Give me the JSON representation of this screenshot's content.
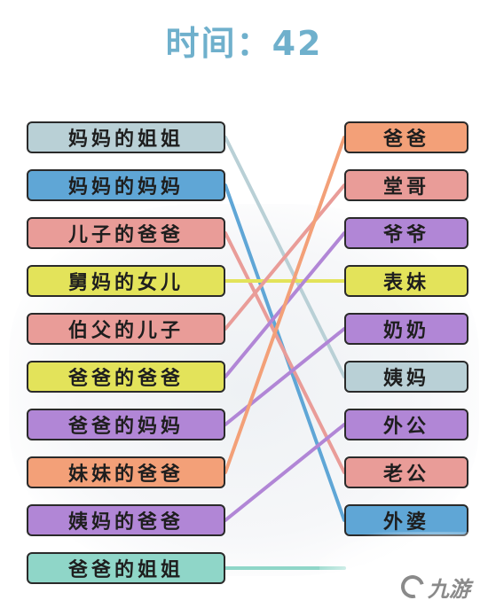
{
  "timer": {
    "label": "时间",
    "separator": "：",
    "value": "42"
  },
  "left_items": [
    {
      "label": "妈妈的姐姐",
      "color": "#b9d0d6"
    },
    {
      "label": "妈妈的妈妈",
      "color": "#5fa6d6"
    },
    {
      "label": "儿子的爸爸",
      "color": "#e99c98"
    },
    {
      "label": "舅妈的女儿",
      "color": "#e3e35a"
    },
    {
      "label": "伯父的儿子",
      "color": "#e99c98"
    },
    {
      "label": "爸爸的爸爸",
      "color": "#e3e35a"
    },
    {
      "label": "爸爸的妈妈",
      "color": "#b186d6"
    },
    {
      "label": "妹妹的爸爸",
      "color": "#f3a078"
    },
    {
      "label": "姨妈的爸爸",
      "color": "#b186d6"
    },
    {
      "label": "爸爸的姐姐",
      "color": "#8fd6c8"
    }
  ],
  "right_items": [
    {
      "label": "爸爸",
      "color": "#f3a078"
    },
    {
      "label": "堂哥",
      "color": "#e99c98"
    },
    {
      "label": "爷爷",
      "color": "#b186d6"
    },
    {
      "label": "表妹",
      "color": "#e3e35a"
    },
    {
      "label": "奶奶",
      "color": "#b186d6"
    },
    {
      "label": "姨妈",
      "color": "#b9d0d6"
    },
    {
      "label": "外公",
      "color": "#b186d6"
    },
    {
      "label": "老公",
      "color": "#e99c98"
    },
    {
      "label": "外婆",
      "color": "#5fa6d6"
    }
  ],
  "connections": [
    {
      "from": 0,
      "to": 5,
      "color": "#b9d0d6"
    },
    {
      "from": 1,
      "to": 8,
      "color": "#5fa6d6"
    },
    {
      "from": 2,
      "to": 7,
      "color": "#e99c98"
    },
    {
      "from": 3,
      "to": 3,
      "color": "#e3e35a"
    },
    {
      "from": 4,
      "to": 1,
      "color": "#e99c98"
    },
    {
      "from": 5,
      "to": 2,
      "color": "#b186d6"
    },
    {
      "from": 6,
      "to": 4,
      "color": "#b186d6"
    },
    {
      "from": 7,
      "to": 0,
      "color": "#f3a078"
    },
    {
      "from": 8,
      "to": 6,
      "color": "#b186d6"
    },
    {
      "from": 9,
      "to": 9,
      "color": "#8fd6c8"
    }
  ],
  "watermark": {
    "text": "九游"
  }
}
